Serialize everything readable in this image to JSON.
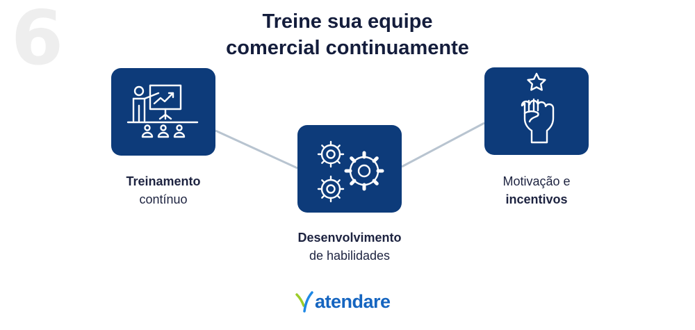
{
  "page_number": "6",
  "title": {
    "line1": "Treine sua equipe",
    "line2": "comercial continuamente"
  },
  "nodes": [
    {
      "id": "training",
      "icon": "presentation-icon",
      "bold": "Treinamento",
      "normal": "contínuo"
    },
    {
      "id": "skills",
      "icon": "gears-icon",
      "bold": "Desenvolvimento",
      "normal": "de habilidades"
    },
    {
      "id": "motivation",
      "icon": "fist-star-icon",
      "normal": "Motivação e",
      "bold": "incentivos"
    }
  ],
  "brand": {
    "name": "atendare",
    "color": "#1565c0",
    "accent": "#9ccc2a"
  },
  "colors": {
    "box": "#0d3b7a",
    "connector": "#b8c4d0",
    "title": "#141d3c"
  }
}
